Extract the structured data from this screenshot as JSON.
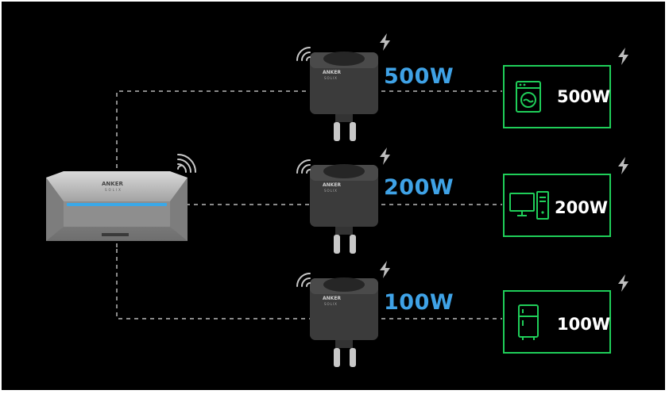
{
  "hub": {
    "brand": "ANKER",
    "sub": "SOLIX"
  },
  "plugs": [
    {
      "brand": "ANKER",
      "sub": "SOLIX",
      "watt": "500W"
    },
    {
      "brand": "ANKER",
      "sub": "SOLIX",
      "watt": "200W"
    },
    {
      "brand": "ANKER",
      "sub": "SOLIX",
      "watt": "100W"
    }
  ],
  "appliances": [
    {
      "icon": "washing-machine-icon",
      "watt": "500W"
    },
    {
      "icon": "computer-icon",
      "watt": "200W"
    },
    {
      "icon": "refrigerator-icon",
      "watt": "100W"
    }
  ],
  "colors": {
    "background": "#000000",
    "accent_green": "#1fce59",
    "watt_blue": "#3fa2e6",
    "line": "#8a8a8a"
  }
}
